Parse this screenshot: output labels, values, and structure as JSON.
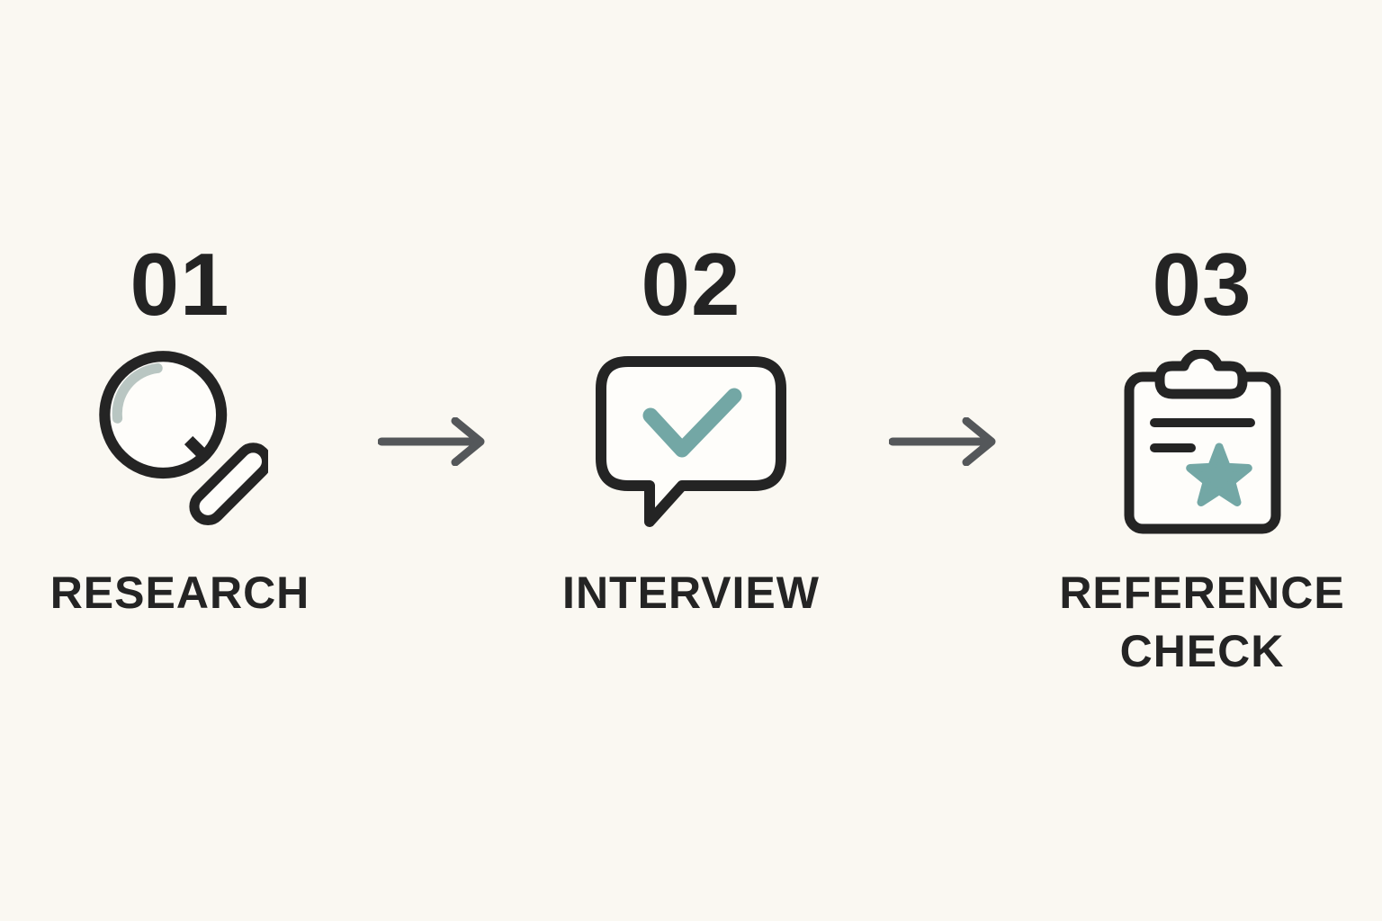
{
  "colors": {
    "background": "#faf8f2",
    "ink": "#242424",
    "accent": "#73a7a5",
    "arrow": "#54575a",
    "glint": "#b9c6c2",
    "icon-fill": "#fefdfa"
  },
  "process": {
    "steps": [
      {
        "number": "01",
        "label": "RESEARCH",
        "icon": "magnifying-glass-icon"
      },
      {
        "number": "02",
        "label": "INTERVIEW",
        "icon": "speech-bubble-check-icon"
      },
      {
        "number": "03",
        "label": "REFERENCE CHECK",
        "icon": "clipboard-star-icon"
      }
    ],
    "connector_icon": "right-arrow-icon"
  }
}
